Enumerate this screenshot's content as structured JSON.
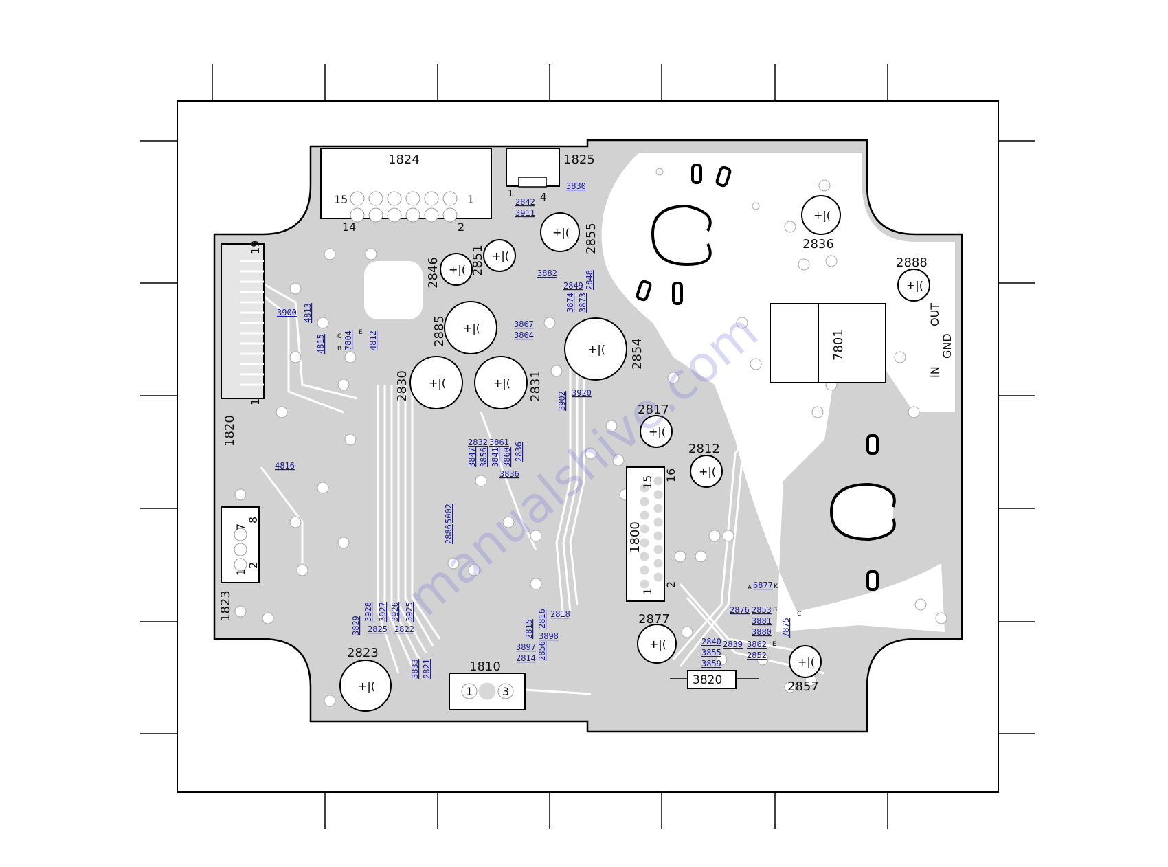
{
  "frame_cols": [
    "",
    "",
    "",
    "",
    "",
    "",
    ""
  ],
  "connectors": {
    "c1824": {
      "name": "1824",
      "pin_15": "15",
      "pin_1": "1",
      "pin_14": "14",
      "pin_2": "2"
    },
    "c1825": {
      "name": "1825",
      "pin_1": "1",
      "pin_4": "4"
    },
    "c1820": {
      "name": "1820",
      "pin_19": "19",
      "pin_1": "1"
    },
    "c1823": {
      "name": "1823",
      "pin_7": "7",
      "pin_8": "8",
      "pin_1": "1",
      "pin_2": "2"
    },
    "c1800": {
      "name": "1800",
      "pin_15": "15",
      "pin_16": "16",
      "pin_1": "1",
      "pin_2": "2"
    },
    "c1810": {
      "name": "1810",
      "pin_1": "1",
      "pin_3": "3"
    }
  },
  "capacitors": {
    "c2836": "2836",
    "c2888": "2888",
    "c2855": "2855",
    "c2851": "2851",
    "c2846": "2846",
    "c2885": "2885",
    "c2854": "2854",
    "c2830": "2830",
    "c2831": "2831",
    "c2817": "2817",
    "c2812": "2812",
    "c2877": "2877",
    "c2823": "2823",
    "c2857": "2857"
  },
  "ic": {
    "name": "7801",
    "in": "IN",
    "gnd": "GND",
    "out": "OUT"
  },
  "resistor": {
    "name": "3820"
  },
  "smd": {
    "s3830": "3830",
    "s2842": "2842",
    "s3911": "3911",
    "s3882": "3882",
    "s2849": "2849",
    "s2848": "2848",
    "s3874": "3874",
    "s3873": "3873",
    "s3867": "3867",
    "s3864": "3864",
    "s3900": "3900",
    "s4813": "4813",
    "s4815": "4815",
    "s7804": "7804",
    "s4812": "4812",
    "s3902": "3902",
    "s3920": "3920",
    "s2832": "2832",
    "s3861": "3861",
    "s3847": "3847",
    "s3856": "3856",
    "s3841": "3841",
    "s3860": "3860",
    "s2836s": "2836",
    "s3836": "3836",
    "s4816": "4816",
    "s5002": "5002",
    "s2886": "2886",
    "s3928": "3928",
    "s3927": "3927",
    "s3926": "3926",
    "s3925": "3925",
    "s3829": "3829",
    "s2825": "2825",
    "s2822": "2822",
    "s2818": "2818",
    "s2816": "2816",
    "s2815": "2815",
    "s3898": "3898",
    "s3897": "3897",
    "s2814": "2814",
    "s2856": "2856",
    "s3833": "3833",
    "s2821": "2821",
    "s6877": "6877",
    "s2876": "2876",
    "s2853": "2853",
    "s3881": "3881",
    "s3880": "3880",
    "s7875": "7875",
    "s2840": "2840",
    "s2839": "2839",
    "s3862": "3862",
    "s3855": "3855",
    "s2852": "2852",
    "s3859": "3859"
  },
  "pin_letters": {
    "a": "A",
    "k": "K",
    "b": "B",
    "c": "C",
    "e": "E",
    "e2": "E",
    "b2": "B",
    "c2": "C"
  },
  "watermark": "manualshive.com",
  "colors": {
    "copper": "#cfcfcf",
    "outline": "#000000",
    "smd_label": "#1a1aa6",
    "watermark": "#8c8cdc"
  }
}
